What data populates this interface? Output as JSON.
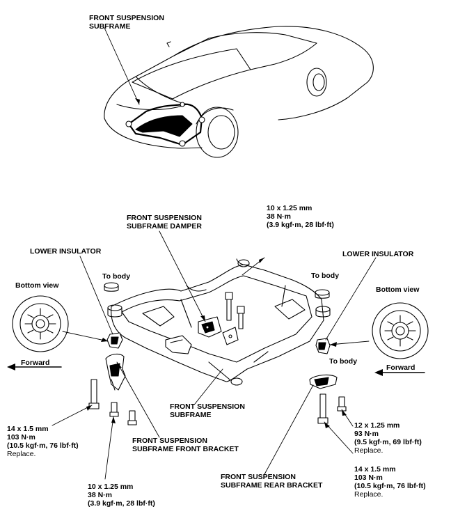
{
  "labels": {
    "subframe_top": [
      "FRONT SUSPENSION",
      "SUBFRAME"
    ],
    "subframe_damper": [
      "FRONT SUSPENSION",
      "SUBFRAME DAMPER"
    ],
    "damper_bolt_spec": [
      "10 x 1.25 mm",
      "38 N·m",
      "(3.9 kgf·m, 28 lbf·ft)"
    ],
    "lower_insulator_left": "LOWER INSULATOR",
    "lower_insulator_right": "LOWER INSULATOR",
    "to_body_left": "To body",
    "to_body_right": "To body",
    "to_body_rear": "To body",
    "bottom_view_left": "Bottom view",
    "bottom_view_right": "Bottom view",
    "forward_left": "Forward",
    "forward_right": "Forward",
    "front_bolt_spec": [
      "14 x 1.5 mm",
      "103 N·m",
      "(10.5 kgf·m, 76 lbf·ft)"
    ],
    "front_bolt_note": "Replace.",
    "front_bracket": [
      "FRONT SUSPENSION",
      "SUBFRAME FRONT BRACKET"
    ],
    "subframe_center": [
      "FRONT SUSPENSION",
      "SUBFRAME"
    ],
    "rear_small_bolt_spec": [
      "12 x 1.25 mm",
      "93 N·m",
      "(9.5 kgf·m, 69 lbf·ft)"
    ],
    "rear_small_bolt_note": "Replace.",
    "rear_big_bolt_spec": [
      "14 x 1.5 mm",
      "103 N·m",
      "(10.5 kgf·m, 76 lbf·ft)"
    ],
    "rear_big_bolt_note": "Replace.",
    "rear_bracket": [
      "FRONT SUSPENSION",
      "SUBFRAME REAR BRACKET"
    ],
    "front_small_bolt_spec": [
      "10 x 1.25 mm",
      "38 N·m",
      "(3.9 kgf·m, 28 lbf·ft)"
    ]
  }
}
